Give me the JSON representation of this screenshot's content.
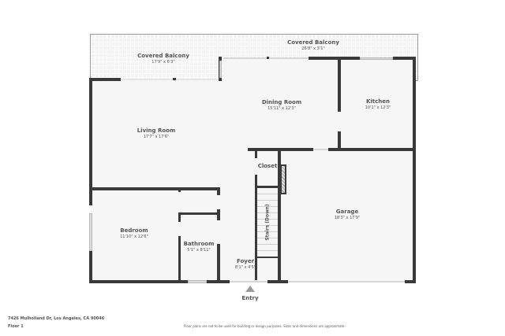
{
  "plan": {
    "address": "7426 Mulholland Dr, Los Angeles, CA 90046",
    "floor": "Floor 1",
    "disclaimer": "Floor plans are not to be used for building or design purposes. Sizes and dimensions are approximate.",
    "entry_label": "Entry",
    "entry_icon": "triangle-up-icon",
    "colors": {
      "wall": "#3a3a3a",
      "floor": "#f6f6f6",
      "balcony": "#f3f3f3",
      "text": "#555555",
      "entry_arrow": "#9a9a9a"
    }
  },
  "rooms": {
    "balcony_left": {
      "name": "Covered Balcony",
      "dims": "17'9\" x 6'3\""
    },
    "balcony_right": {
      "name": "Covered Balcony",
      "dims": "26'8\" x 3'1\""
    },
    "dining": {
      "name": "Dining Room",
      "dims": "15'11\" x 12'3\""
    },
    "kitchen": {
      "name": "Kitchen",
      "dims": "10'1\" x 12'3\""
    },
    "living": {
      "name": "Living Room",
      "dims": "17'7\" x 17'6\""
    },
    "closet": {
      "name": "Closet"
    },
    "stairs": {
      "name": "Stairs (Down)"
    },
    "garage": {
      "name": "Garage",
      "dims": "18'3\" x 17'9\""
    },
    "bedroom": {
      "name": "Bedroom",
      "dims": "11'10\" x 12'6\""
    },
    "bathroom": {
      "name": "Bathroom",
      "dims": "5'1\" x 8'11\""
    },
    "foyer": {
      "name": "Foyer",
      "dims": "8'1\" x 4'5\""
    }
  }
}
